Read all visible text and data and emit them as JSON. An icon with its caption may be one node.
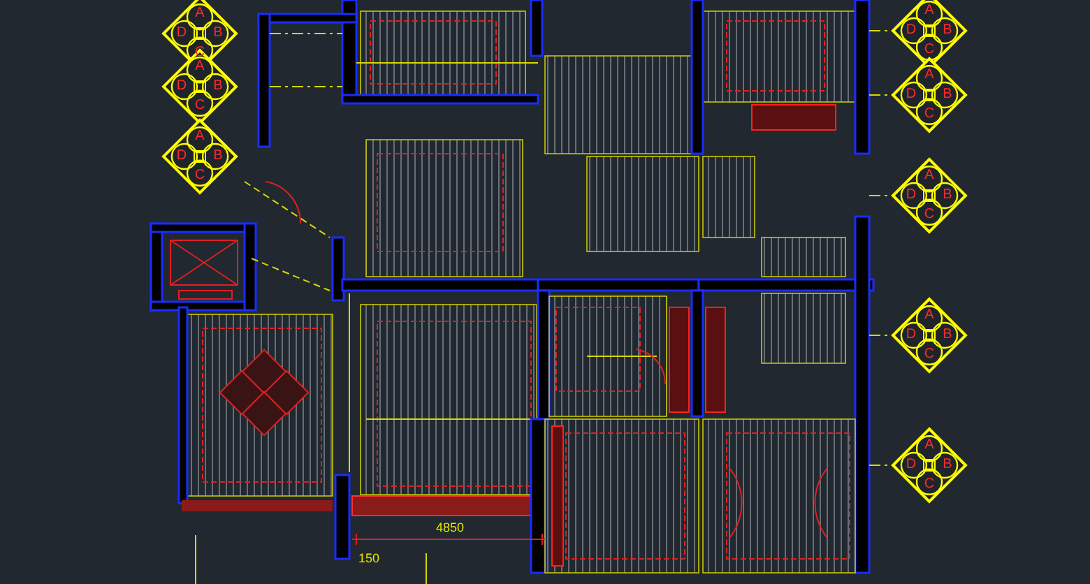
{
  "diagram": {
    "labels": [
      "A",
      "D",
      "B",
      "C",
      "A",
      "D",
      "B",
      "C",
      "A",
      "D",
      "B",
      "C",
      "A",
      "D",
      "B",
      "C",
      "A",
      "D",
      "B",
      "C",
      "A",
      "D",
      "B",
      "C",
      "A",
      "D",
      "B",
      "C",
      "A",
      "D",
      "B",
      "C",
      "4850",
      "150"
    ]
  }
}
